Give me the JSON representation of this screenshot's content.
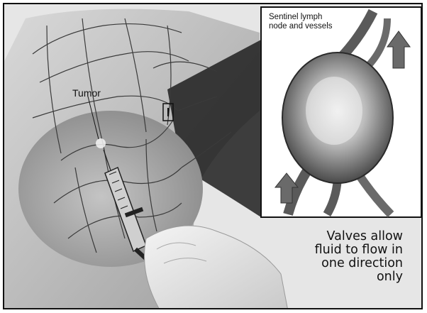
{
  "labels": {
    "tumor": "Tumor",
    "inset_line_1": "Sentinel lymph",
    "inset_line_2": "node and vessels"
  },
  "caption": {
    "line_1": "Valves allow",
    "line_2": "fluid to flow in",
    "line_3": "one direction",
    "line_4": "only"
  },
  "colors": {
    "tissue": "#c8c8c8",
    "shadow": "#2a2a2a",
    "vessel": "#3a3a3a",
    "node": "#8a8a8a"
  }
}
